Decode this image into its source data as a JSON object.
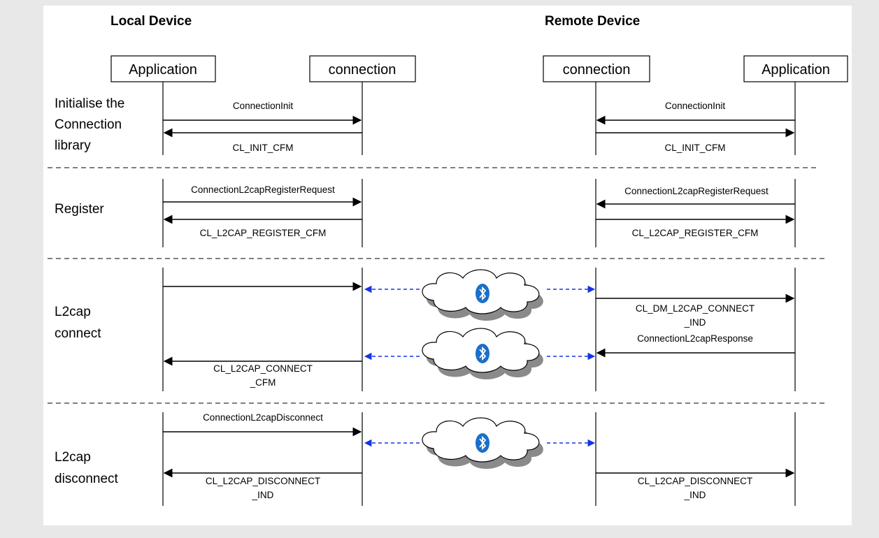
{
  "headers": {
    "local": "Local Device",
    "remote": "Remote Device"
  },
  "participants": {
    "local_app": "Application",
    "local_conn": "connection",
    "remote_conn": "connection",
    "remote_app": "Application"
  },
  "phases": {
    "init": [
      "Initialise the",
      "Connection",
      "library"
    ],
    "register": [
      "Register"
    ],
    "connect": [
      "L2cap",
      "connect"
    ],
    "disconnect": [
      "L2cap",
      "disconnect"
    ]
  },
  "messages": {
    "init_local_req": "ConnectionInit",
    "init_local_cfm": "CL_INIT_CFM",
    "init_remote_req": "ConnectionInit",
    "init_remote_cfm": "CL_INIT_CFM",
    "reg_local_req": "ConnectionL2capRegisterRequest",
    "reg_local_cfm": "CL_L2CAP_REGISTER_CFM",
    "reg_remote_req": "ConnectionL2capRegisterRequest",
    "reg_remote_cfm": "CL_L2CAP_REGISTER_CFM",
    "connect_ind": [
      "CL_DM_L2CAP_CONNECT",
      "_IND"
    ],
    "connect_response": "ConnectionL2capResponse",
    "connect_cfm": [
      "CL_L2CAP_CONNECT",
      "_CFM"
    ],
    "disc_local_req": "ConnectionL2capDisconnect",
    "disc_local_ind": [
      "CL_L2CAP_DISCONNECT",
      "_IND"
    ],
    "disc_remote_ind": [
      "CL_L2CAP_DISCONNECT",
      "_IND"
    ]
  },
  "colors": {
    "background": "#e8e8e8",
    "canvas": "#ffffff",
    "bluetooth_link": "#1533e6",
    "bluetooth_badge": "#1a6fc9",
    "cloud_shadow": "#8a8a8a"
  },
  "icons": {
    "radio_link": "bluetooth-icon",
    "link_medium": "cloud-icon"
  }
}
